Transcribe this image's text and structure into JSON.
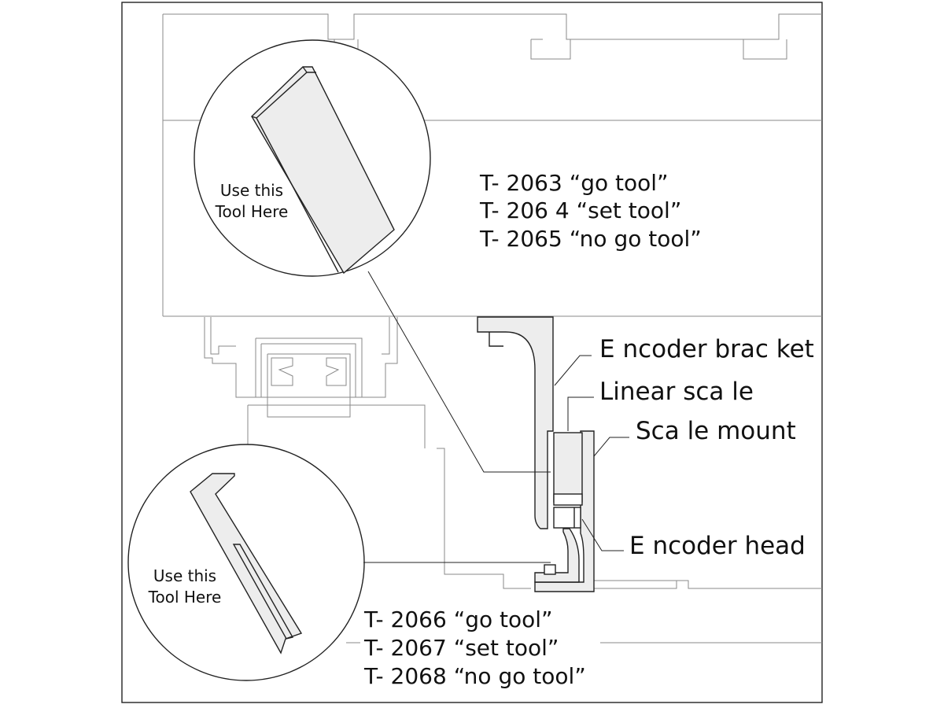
{
  "labels": {
    "encoder_bracket": "E ncoder brac ket",
    "linear_scale": "Linear sca le",
    "scale_mount": "Sca le mount",
    "encoder_head": "E ncoder head"
  },
  "upper_tools": {
    "use_here_line1": "Use this",
    "use_here_line2": "Tool Here",
    "lines": [
      "T- 2063  “go tool”",
      "T- 206 4  “set tool”",
      "T- 2065  “no go tool”"
    ]
  },
  "lower_tools": {
    "use_here_line1": "Use this",
    "use_here_line2": "Tool Here",
    "lines": [
      "T- 2066  “go tool”",
      "T- 2067  “set tool”",
      "T- 2068  “no go tool”"
    ]
  }
}
